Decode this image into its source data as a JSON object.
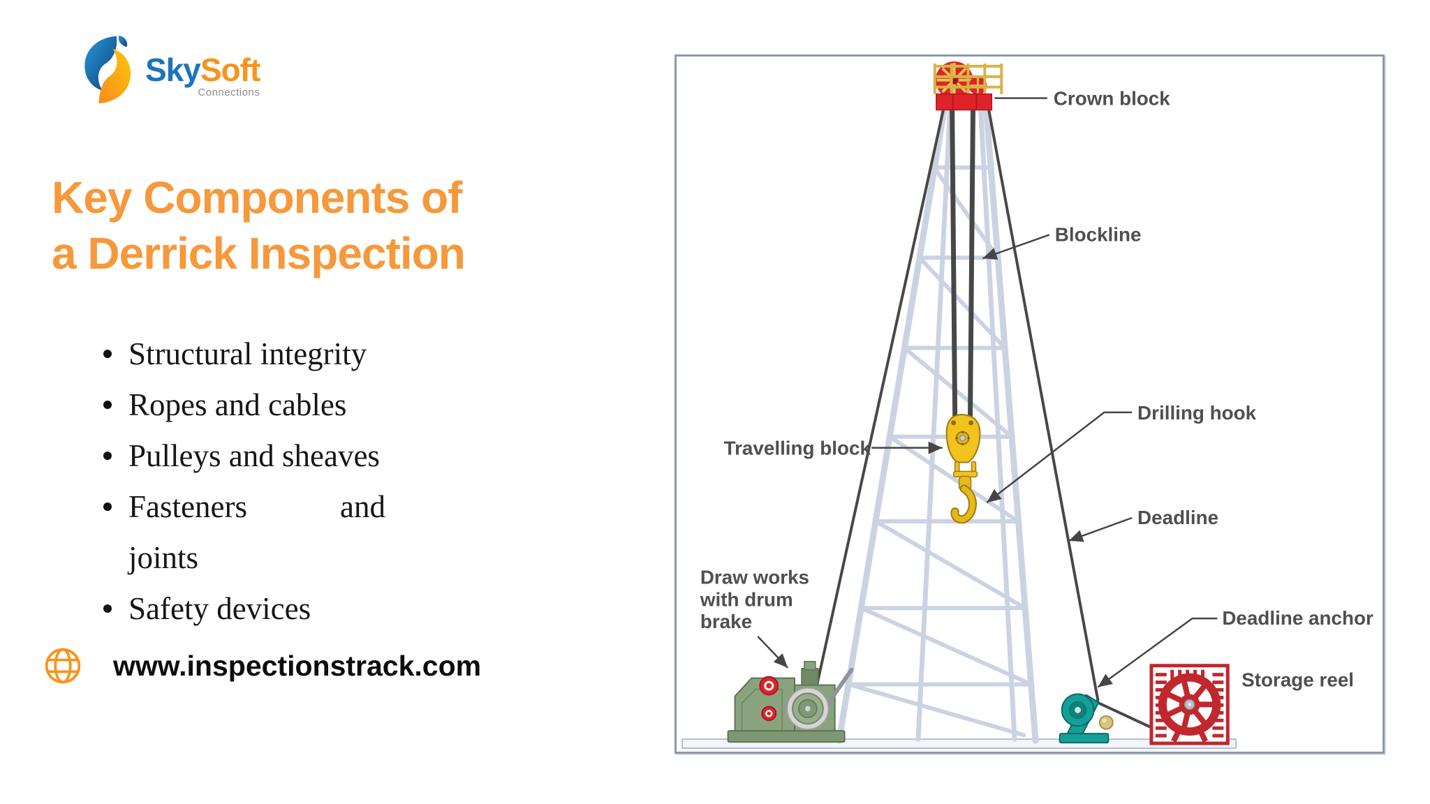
{
  "colors": {
    "orange": "#F6993B",
    "logo_orange": "#F7941D",
    "blue": "#1C75BC",
    "label": "#4F4F4F",
    "lattice": "#CBD3E3",
    "cable": "#474747",
    "red": "#DE2429",
    "yellow": "#F2C21D",
    "green": "#8AA37E",
    "teal": "#14A099",
    "reel": "#C1272D",
    "frame": "#8D99A9"
  },
  "logo": {
    "sky": "Sky",
    "soft": "Soft",
    "sub": "Connections",
    "icon": "skysoft-swirl-icon"
  },
  "headline": {
    "line1": "Key Components of",
    "line2": "a Derrick Inspection"
  },
  "bullets": [
    {
      "text": "Structural integrity"
    },
    {
      "text": "Ropes and cables"
    },
    {
      "text": "Pulleys and sheaves"
    },
    {
      "w1": "Fasteners",
      "w2": "and",
      "cont": "joints"
    },
    {
      "text": "Safety devices"
    }
  ],
  "website": {
    "url": "www.inspectionstrack.com",
    "icon": "globe-icon"
  },
  "diagram": {
    "labels": {
      "crown_block": "Crown block",
      "blockline": "Blockline",
      "travelling_block": "Travelling block",
      "drilling_hook": "Drilling hook",
      "deadline": "Deadline",
      "draw_works": {
        "lines": [
          "Draw works",
          "with drum",
          "brake"
        ]
      },
      "deadline_anchor": "Deadline anchor",
      "storage_reel": "Storage reel"
    }
  }
}
